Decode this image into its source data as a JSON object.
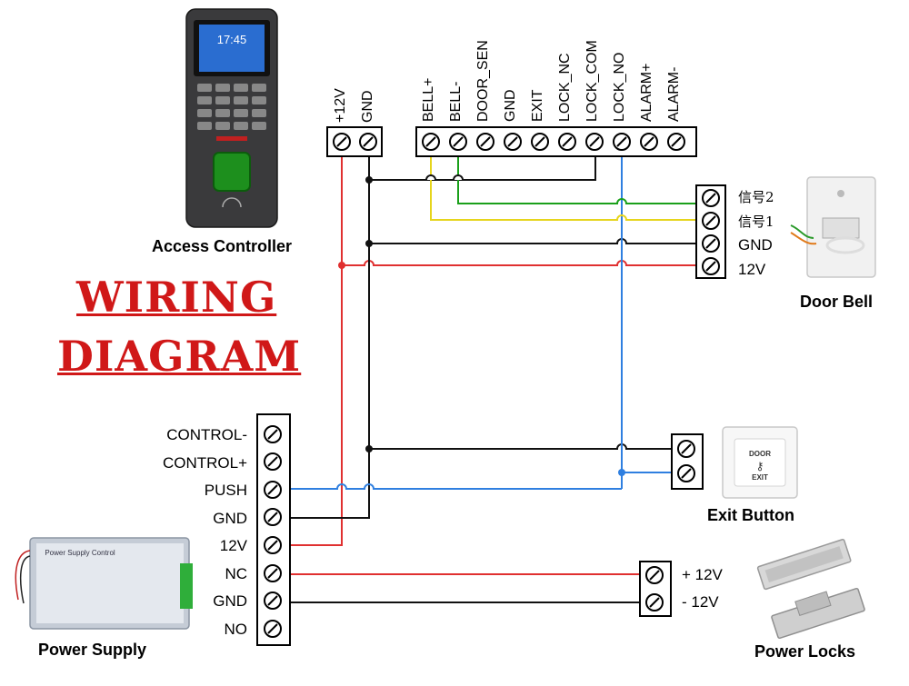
{
  "title": {
    "line1": "WIRING",
    "line2": "DIAGRAM"
  },
  "access_controller": {
    "caption": "Access Controller",
    "screen_time": "17:45",
    "power_terminals": [
      "+12V",
      "GND"
    ],
    "io_terminals": [
      "BELL+",
      "BELL-",
      "DOOR_SEN",
      "GND",
      "EXIT",
      "LOCK_NC",
      "LOCK_COM",
      "LOCK_NO",
      "ALARM+",
      "ALARM-"
    ]
  },
  "door_bell": {
    "caption": "Door Bell",
    "terminals": [
      "信号2",
      "信号1",
      "GND",
      "12V"
    ]
  },
  "power_supply": {
    "caption": "Power Supply",
    "label_text": "Power Supply Control",
    "terminals": [
      "CONTROL-",
      "CONTROL+",
      "PUSH",
      "GND",
      "12V",
      "NC",
      "GND",
      "NO"
    ]
  },
  "exit_button": {
    "caption": "Exit Button",
    "face_top": "DOOR",
    "face_bottom": "EXIT"
  },
  "power_locks": {
    "caption": "Power Locks",
    "terminals": [
      "+ 12V",
      "- 12V"
    ]
  },
  "colors": {
    "red_wire": "#e03030",
    "black_wire": "#111111",
    "blue_wire": "#2f7fe0",
    "green_wire": "#1aa01a",
    "yellow_wire": "#e6d51c",
    "title": "#d01818"
  }
}
